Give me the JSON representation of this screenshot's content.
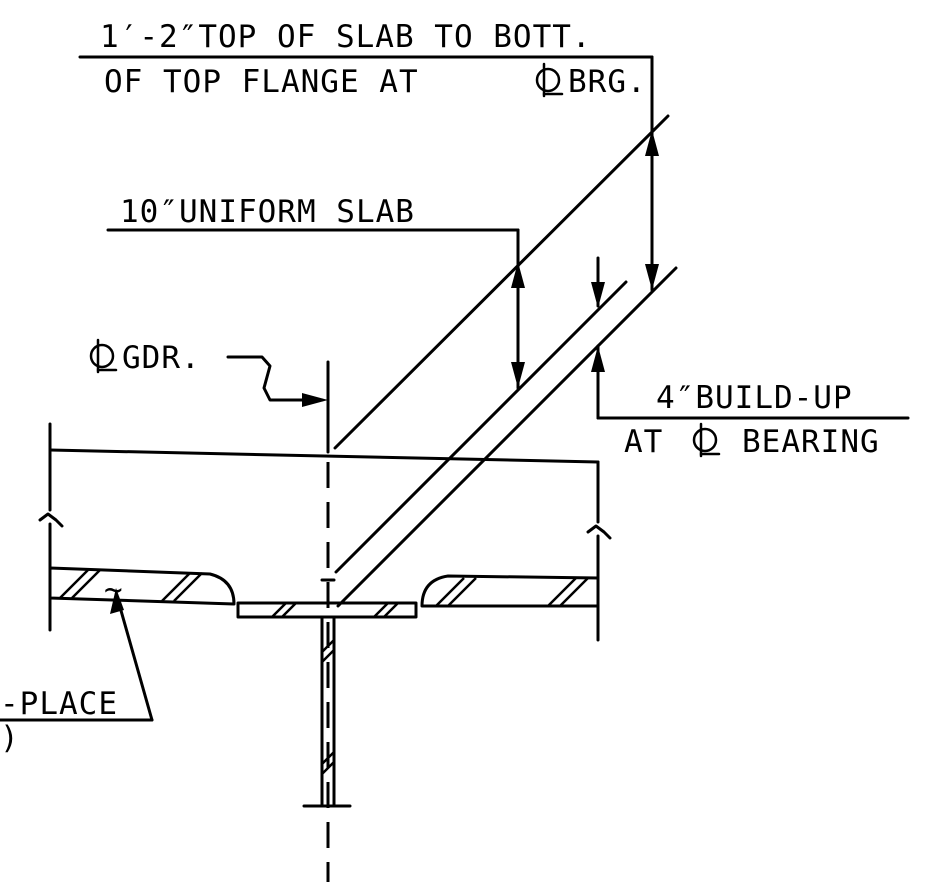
{
  "notes": {
    "top_slab_line1": "1′-2″TOP OF SLAB TO BOTT.",
    "top_slab_line2": "OF TOP FLANGE AT",
    "top_slab_line2_end": "BRG.",
    "uniform_slab": "10″UNIFORM SLAB",
    "gdr_label": "GDR.",
    "buildup_line1": "4″BUILD-UP",
    "buildup_line2": "AT",
    "buildup_line2_end": "BEARING",
    "cip_line1": "-PLACE",
    "cip_line2": ")",
    "cip_symbol": "~"
  },
  "symbols": {
    "centerline": "centerline-symbol"
  },
  "colors": {
    "ink": "#000000",
    "paper": "#ffffff"
  }
}
